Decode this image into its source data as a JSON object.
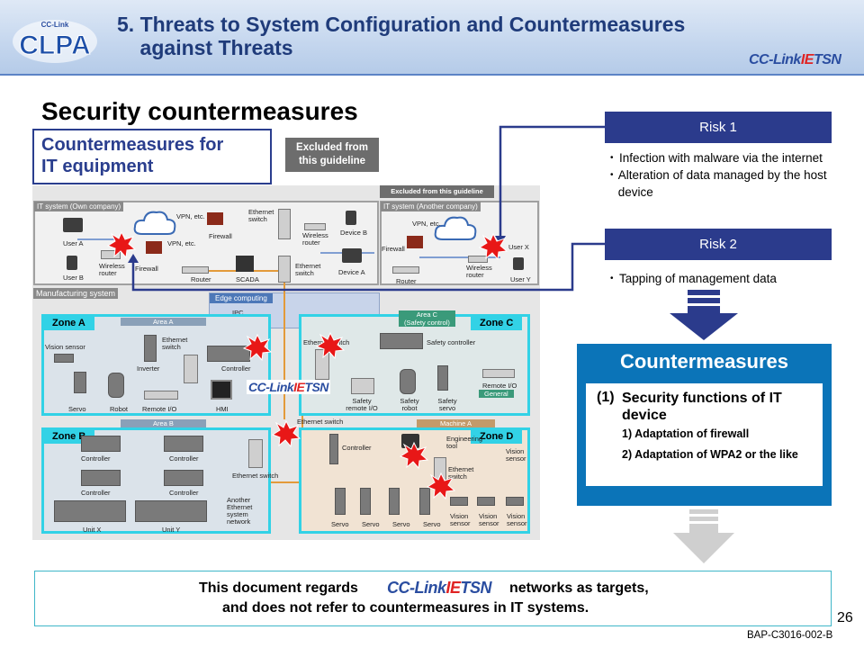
{
  "header": {
    "title": "5. Threats to System Configuration and Countermeasures\n    against Threats",
    "logo_text": "CLPA",
    "logo_subtext": "CC-Link",
    "brand_logo": {
      "part1": "CC-Link",
      "part2": "IE",
      "part3": "TSN"
    }
  },
  "section_title": "Security countermeasures",
  "countermeasures_it": "Countermeasures for\nIT equipment",
  "excluded_label": "Excluded from\nthis guideline",
  "diagram": {
    "excluded_small": "Excluded from this guideline",
    "it_own": "IT system (Own company)",
    "it_another": "IT system (Another company)",
    "manufacturing": "Manufacturing system",
    "edge_computing": "Edge computing",
    "ipc": "IPC",
    "labels": {
      "user_a": "User A",
      "user_b": "User B",
      "wireless_router": "Wireless router",
      "vpn_etc_1": "VPN, etc.",
      "vpn_etc_2": "VPN, etc.",
      "firewall_1": "Firewall",
      "firewall_2": "Firewall",
      "router_1": "Router",
      "scada": "SCADA",
      "ethernet_switch_1": "Ethernet switch",
      "ethernet_switch_2": "Ethernet switch",
      "wireless_router_2": "Wireless router",
      "device_a": "Device A",
      "device_b": "Device B",
      "vpn_etc_3": "VPN, etc.",
      "firewall_3": "Firewall",
      "router_2": "Router",
      "wireless_router_3": "Wireless router",
      "user_x": "User X",
      "user_y": "User Y"
    },
    "zones": {
      "zone_a": "Zone A",
      "zone_b": "Zone B",
      "zone_c": "Zone C",
      "zone_d": "Zone D"
    },
    "areas": {
      "area_a": "Area A",
      "area_b": "Area B",
      "area_c": "Area C",
      "safety_control": "(Safety control)",
      "machine_a": "Machine A"
    },
    "zone_a_labels": {
      "vision_sensor": "Vision sensor",
      "ethernet_switch": "Ethernet switch",
      "inverter": "Inverter",
      "controller": "Controller",
      "servo": "Servo",
      "robot": "Robot",
      "remote_io": "Remote I/O",
      "hmi": "HMI"
    },
    "zone_c_labels": {
      "ethernet_switch": "Ethernet switch",
      "safety_controller": "Safety controller",
      "safety_remote_io": "Safety remote I/O",
      "safety_robot": "Safety robot",
      "safety_servo": "Safety servo",
      "remote_io": "Remote I/O",
      "general": "General"
    },
    "zone_b_labels": {
      "controller_1": "Controller",
      "controller_2": "Controller",
      "controller_3": "Controller",
      "controller_4": "Controller",
      "ethernet_switch": "Ethernet switch",
      "another_network": "Another Ethernet system network",
      "unit_x": "Unit X",
      "unit_y": "Unit Y"
    },
    "zone_d_labels": {
      "controller": "Controller",
      "engineering_tool": "Engineering tool",
      "ethernet_switch": "Ethernet switch",
      "vision_sensor_top": "Vision sensor",
      "servo_1": "Servo",
      "servo_2": "Servo",
      "servo_3": "Servo",
      "servo_4": "Servo",
      "vision_sensor_1": "Vision sensor",
      "vision_sensor_2": "Vision sensor",
      "vision_sensor_3": "Vision sensor"
    },
    "ethernet_switch_mid": "Ethernet switch"
  },
  "risk1": {
    "title": "Risk 1",
    "items": [
      "Infection with malware via the internet",
      "Alteration of data managed by the host device"
    ]
  },
  "risk2": {
    "title": "Risk 2",
    "items": [
      "Tapping of management data"
    ]
  },
  "countermeasures": {
    "title": "Countermeasures",
    "item_num": "(1)",
    "item_title": "Security functions of IT device",
    "sub1": "1) Adaptation of firewall",
    "sub2": "2) Adaptation of WPA2 or the like"
  },
  "bottom": {
    "line1_pre": "This document regards",
    "line1_post": "networks as targets,",
    "line2": "and does not refer to countermeasures in IT systems."
  },
  "page_number": "26",
  "doc_id": "BAP-C3016-002-B",
  "colors": {
    "navy": "#2b3b8c",
    "blue_box": "#0b74b8",
    "cyan_zone": "#32d2e6",
    "alert_red": "#e81717"
  }
}
